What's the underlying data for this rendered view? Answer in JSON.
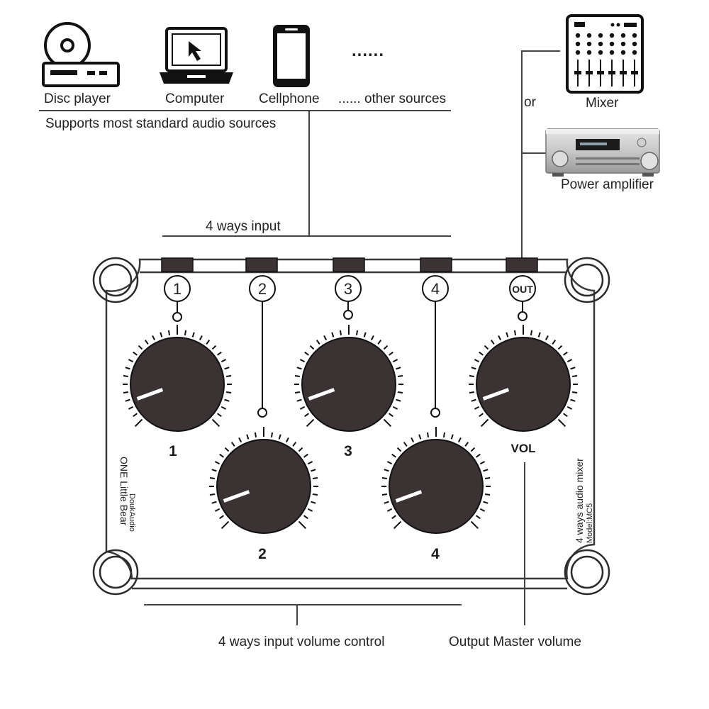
{
  "sources": [
    {
      "label": "Disc player",
      "icon": "disc-player-icon"
    },
    {
      "label": "Computer",
      "icon": "laptop-icon"
    },
    {
      "label": "Cellphone",
      "icon": "cellphone-icon"
    },
    {
      "label": "...... other sources",
      "icon": "ellipsis-icon",
      "glyph": "......"
    }
  ],
  "sources_caption": "Supports most standard audio sources",
  "input_caption": "4 ways input",
  "outputs": {
    "or_label": "or",
    "mixer_label": "Mixer",
    "amp_label": "Power amplifier"
  },
  "device": {
    "input_numbers": [
      "1",
      "2",
      "3",
      "4"
    ],
    "out_label": "OUT",
    "knob_labels": [
      "1",
      "2",
      "3",
      "4",
      "VOL"
    ],
    "brand": "ONE Little Bear",
    "brand_sub": "DoukAudio",
    "product": "4 ways audio mixer",
    "model": "Model:MC5"
  },
  "captions": {
    "volume_control": "4 ways input volume control",
    "master": "Output Master volume"
  },
  "colors": {
    "knob": "#3a3233",
    "line": "#2b2b2b",
    "panel_stroke": "#3a3a3a"
  }
}
